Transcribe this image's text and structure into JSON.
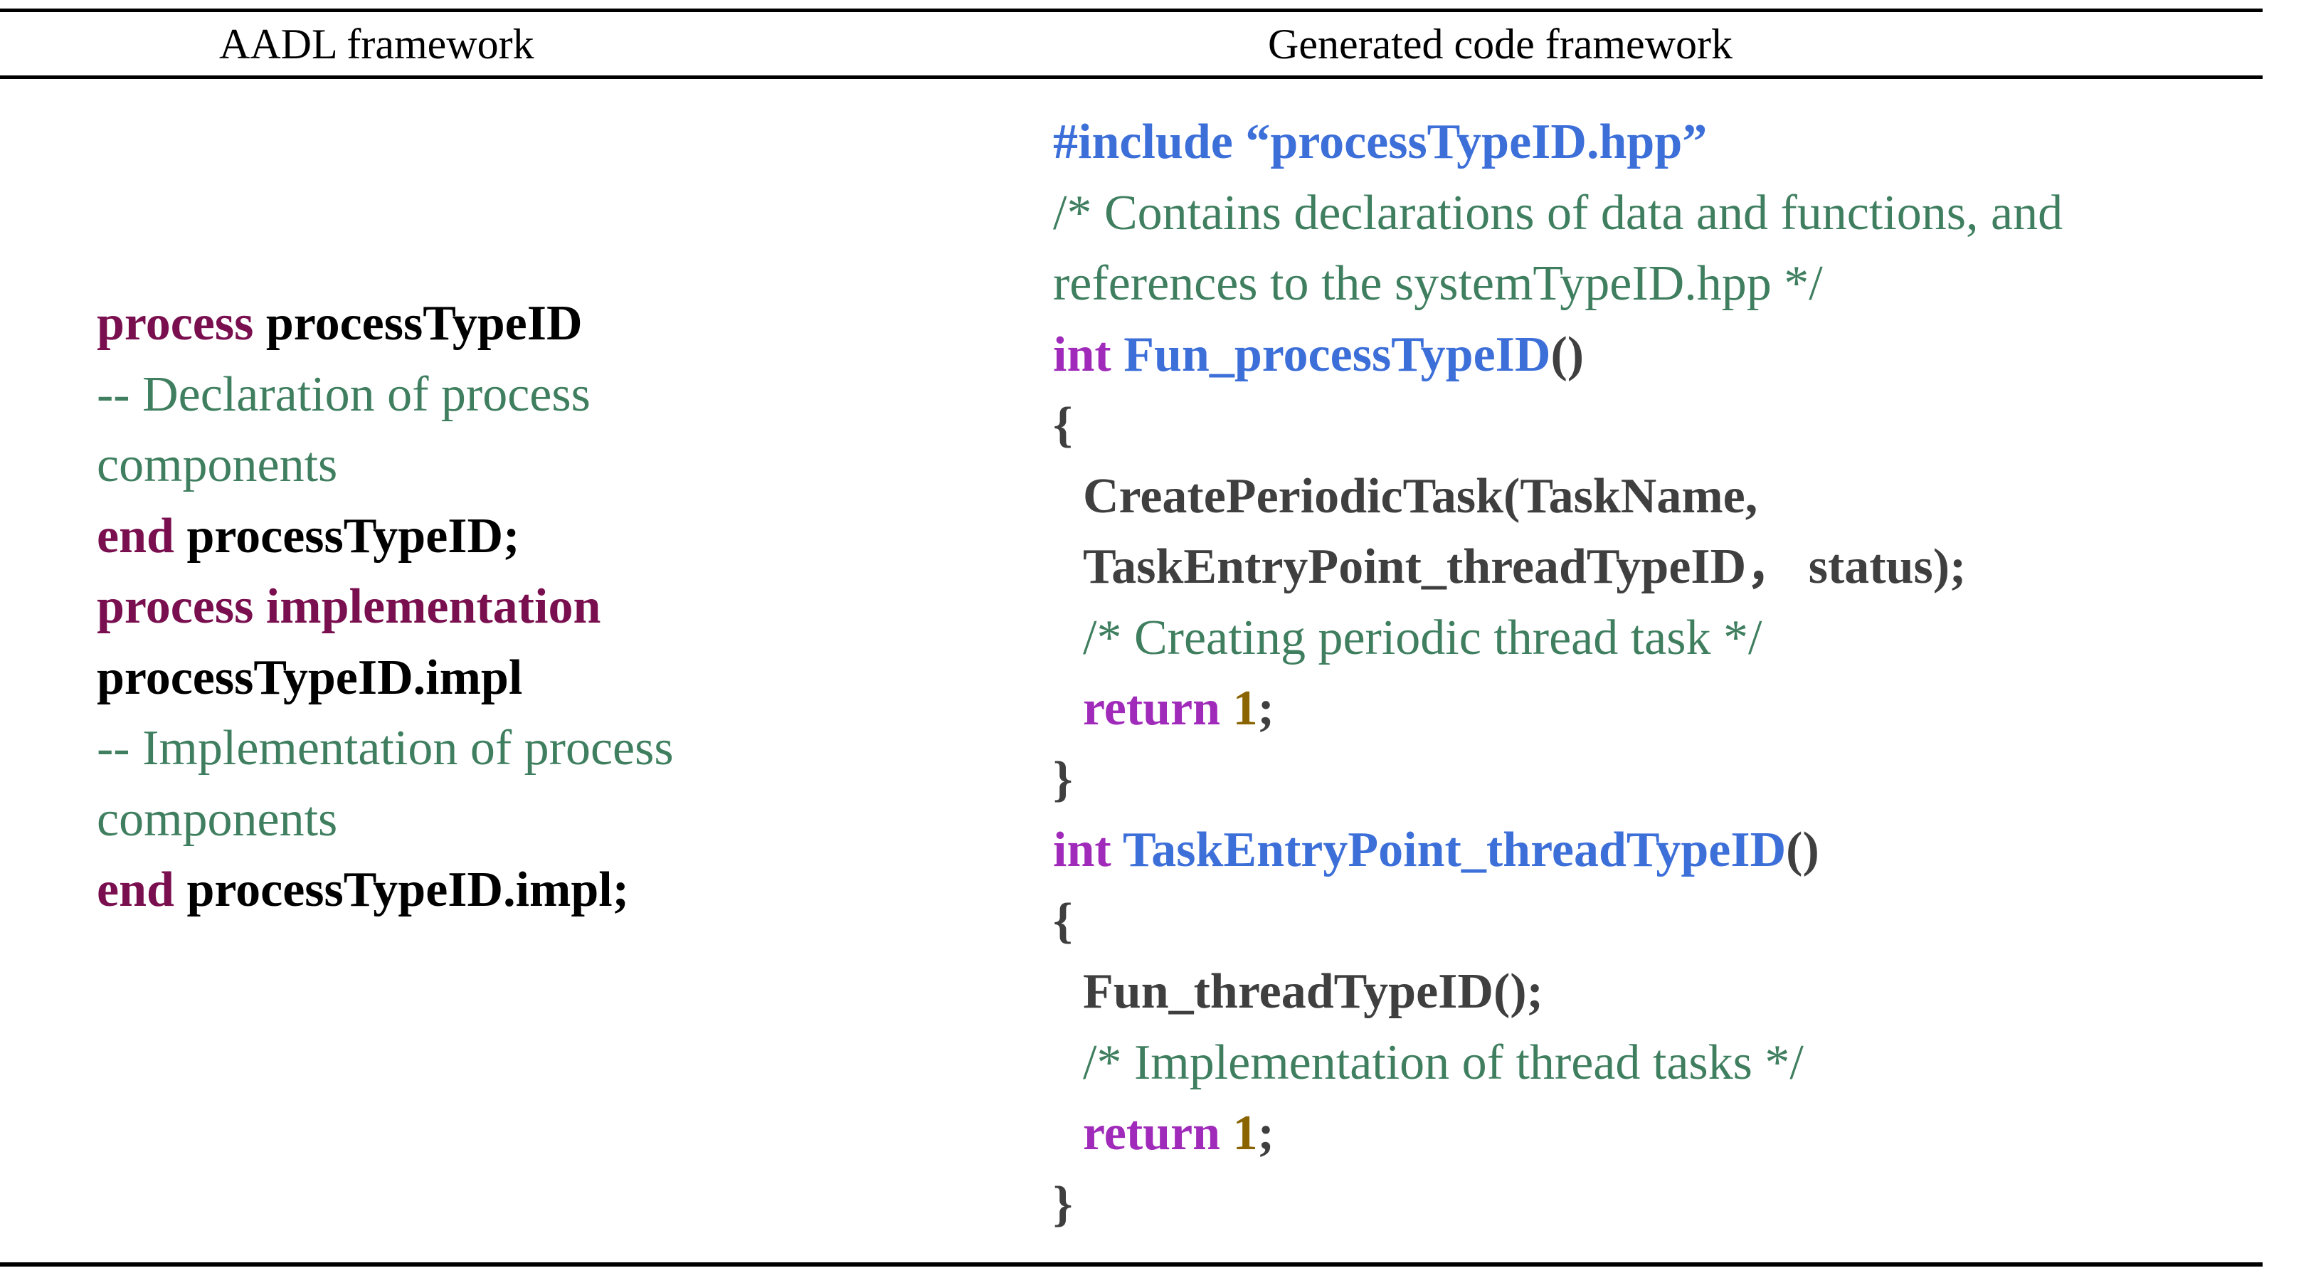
{
  "headers": {
    "left": "AADL framework",
    "right": "Generated code framework"
  },
  "aadl": {
    "l1_kw": "process",
    "l1_id": " processTypeID",
    "l2": "-- Declaration of process",
    "l3": "components",
    "l4_kw": "end",
    "l4_id": " processTypeID;",
    "l5": "process implementation",
    "l6": "processTypeID.impl",
    "l7": "-- Implementation of process",
    "l8": "components",
    "l9_kw": "end",
    "l9_id": " processTypeID.impl;"
  },
  "code": {
    "c1": "#include “processTypeID.hpp”",
    "c2": "/* Contains declarations of data and functions, and",
    "c3": "references to the systemTypeID.hpp */",
    "c4_kw": "int",
    "c4_fn": " Fun_processTypeID",
    "c4_paren": "()",
    "c5": "{",
    "c6": "CreatePeriodicTask(TaskName,",
    "c7": "TaskEntryPoint_threadTypeID， status);",
    "c8": "/* Creating periodic thread task */",
    "c9_kw": "return",
    "c9_num": " 1",
    "c9_semi": ";",
    "c10": "}",
    "c11_kw": "int",
    "c11_fn": " TaskEntryPoint_threadTypeID",
    "c11_paren": "()",
    "c12": "{",
    "c13": "Fun_threadTypeID();",
    "c14": "/* Implementation of thread tasks */",
    "c15_kw": "return",
    "c15_num": " 1",
    "c15_semi": ";",
    "c16": "}"
  },
  "colors": {
    "keyword_aadl": "#7a0f4f",
    "comment": "#3f7f5f",
    "function": "#3d6fd9",
    "keyword_code": "#a02ab9",
    "statement": "#3f3f3f",
    "number": "#8a6400"
  }
}
